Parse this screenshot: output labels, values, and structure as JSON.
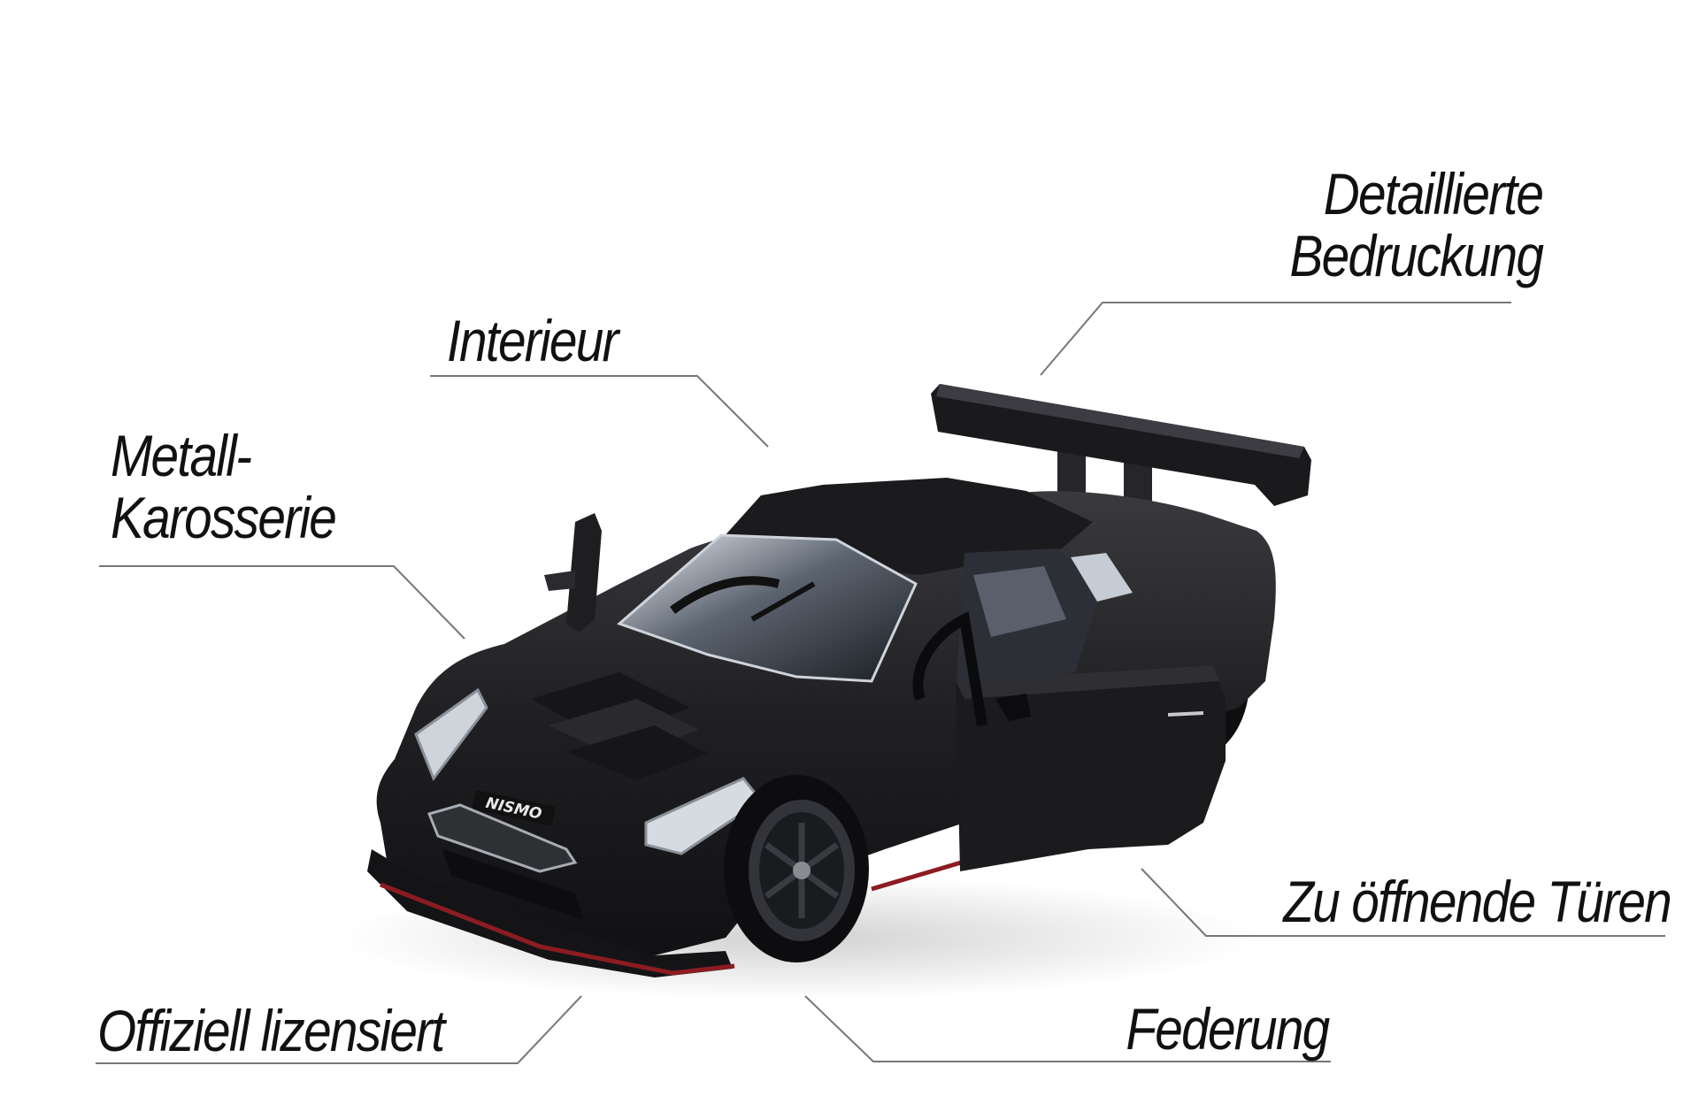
{
  "callouts": {
    "detailed_print_line1": "Detaillierte",
    "detailed_print_line2": "Bedruckung",
    "interior": "Interieur",
    "metal_body_line1": "Metall-",
    "metal_body_line2": "Karosserie",
    "opening_doors": "Zu öffnende Türen",
    "officially_licensed": "Offiziell lizensiert",
    "suspension": "Federung"
  },
  "product": {
    "badge": "NISMO",
    "body_color": "#1c1c1e",
    "accent_color": "#8c1c22",
    "leader_line_color": "#777777"
  }
}
